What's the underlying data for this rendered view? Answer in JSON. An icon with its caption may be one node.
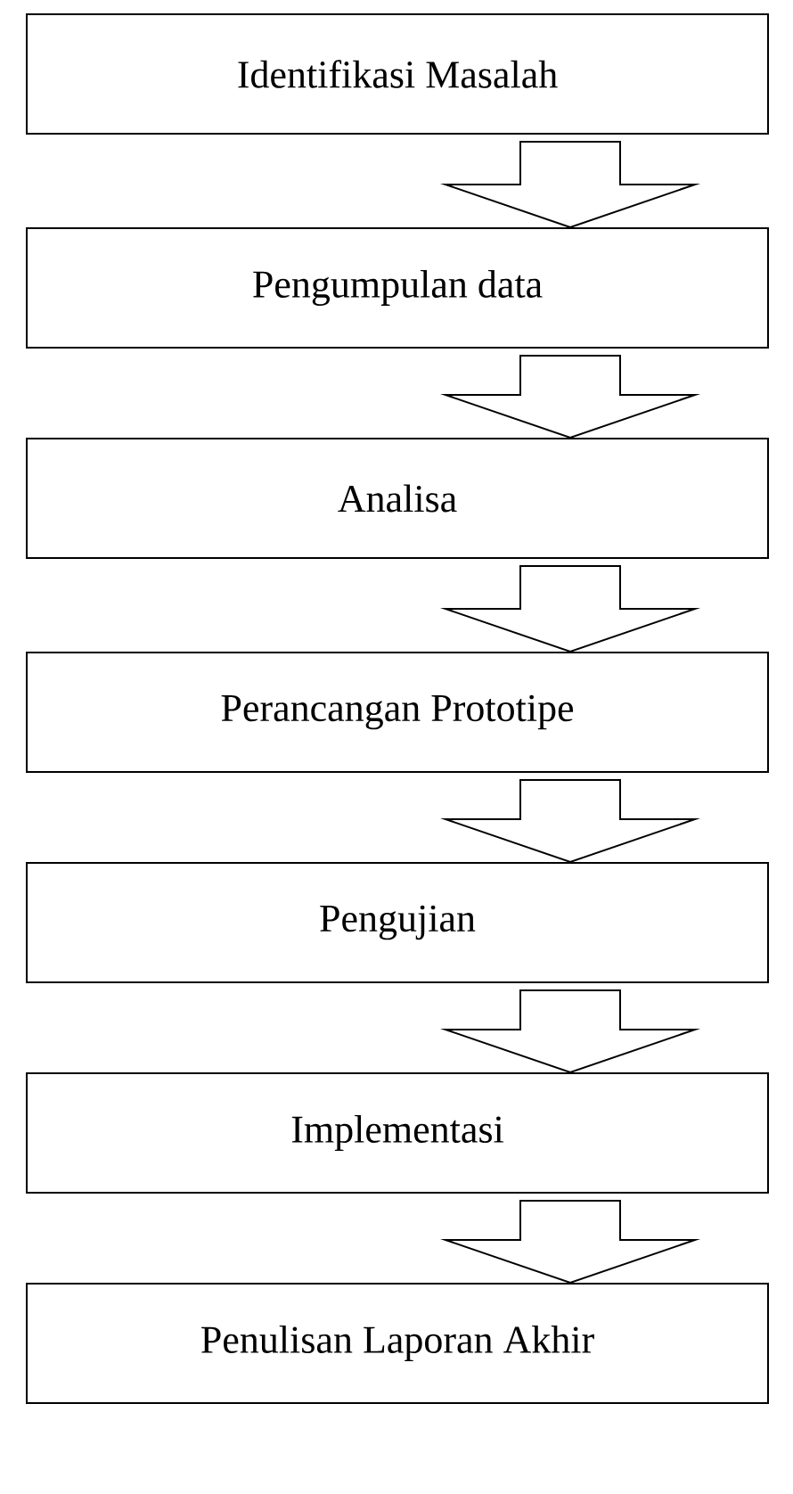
{
  "diagram": {
    "nodes": [
      {
        "text": [
          "Identifikasi Masalah"
        ]
      },
      {
        "text": [
          "Pengumpulan data"
        ]
      },
      {
        "text": [
          "Analisa"
        ]
      },
      {
        "text": [
          "Perancangan Prototipe"
        ]
      },
      {
        "text": [
          "Pengujian"
        ]
      },
      {
        "text": [
          "Implementasi"
        ]
      },
      {
        "text": [
          "Penulisan Laporan Akhir"
        ]
      }
    ],
    "edges": [
      {
        "from": 0,
        "to": 1,
        "arrow": "to"
      },
      {
        "from": 1,
        "to": 2,
        "arrow": "to"
      },
      {
        "from": 2,
        "to": 3,
        "arrow": "to"
      },
      {
        "from": 3,
        "to": 4,
        "arrow": "to"
      },
      {
        "from": 4,
        "to": 5,
        "arrow": "to"
      },
      {
        "from": 5,
        "to": 6,
        "arrow": "to"
      }
    ]
  }
}
